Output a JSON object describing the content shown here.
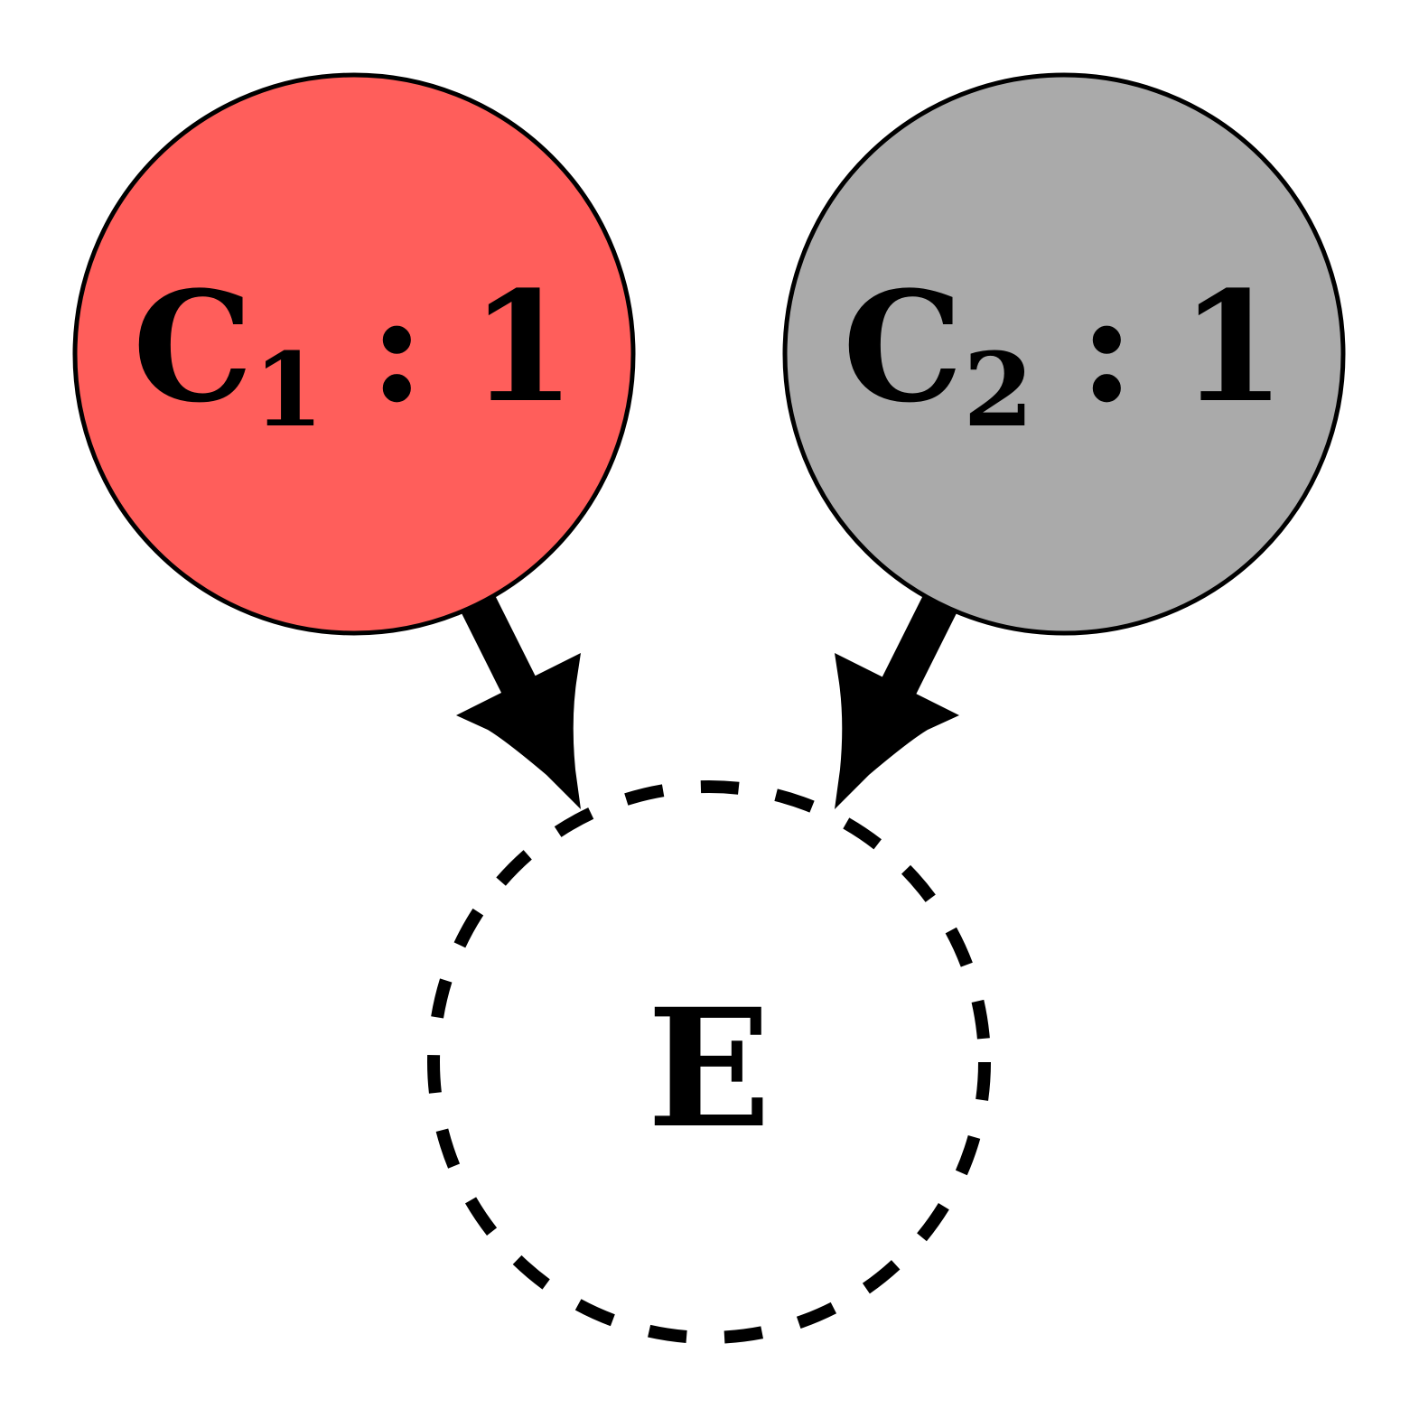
{
  "nodes": {
    "c1": {
      "letter": "C",
      "subscript": "1",
      "separator": ":",
      "value": "1",
      "fill": "#ff5e5b"
    },
    "c2": {
      "letter": "C",
      "subscript": "2",
      "separator": ":",
      "value": "1",
      "fill": "#aaaaaa"
    },
    "e": {
      "label": "E",
      "border_style": "dashed"
    }
  },
  "edges": [
    {
      "from": "c1",
      "to": "e"
    },
    {
      "from": "c2",
      "to": "e"
    }
  ],
  "colors": {
    "stroke": "#000000",
    "background": "#ffffff"
  }
}
